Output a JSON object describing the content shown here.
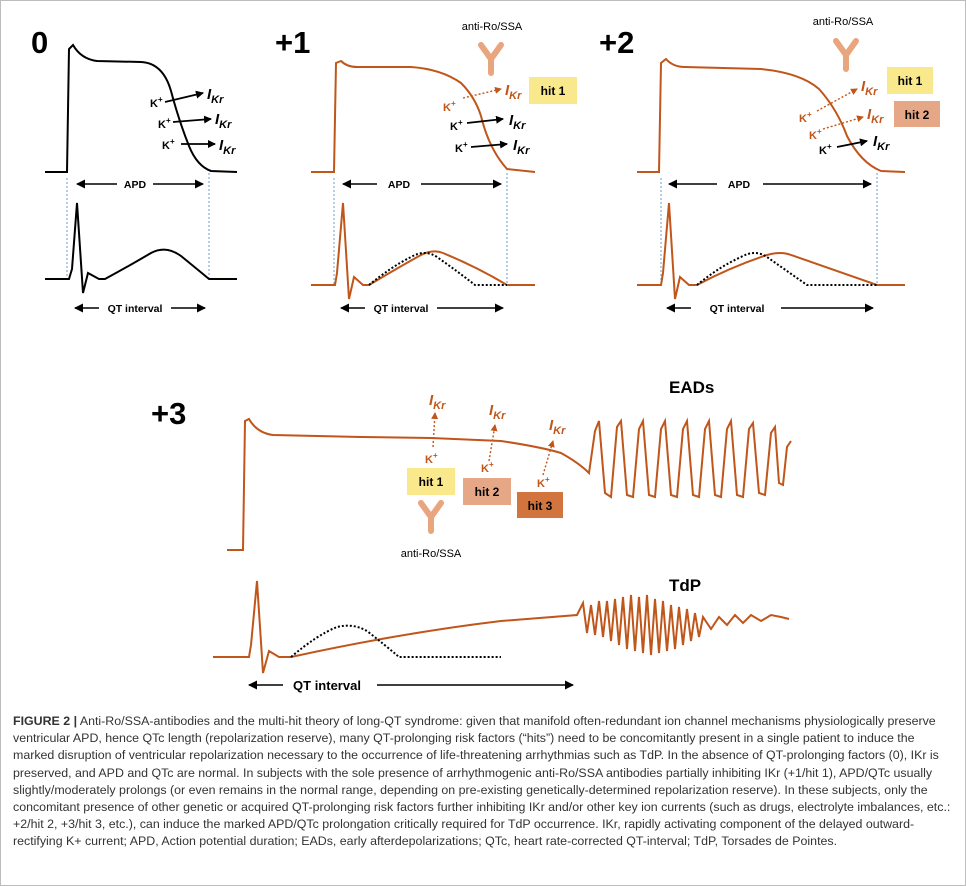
{
  "colors": {
    "trace_normal": "#000000",
    "trace_prolonged": "#c0561a",
    "hit1_box": "#fae88c",
    "hit2_box": "#e6a786",
    "hit3_box": "#d2743e",
    "guide_line": "#6a9ed6",
    "antibody": "#e8a57e"
  },
  "panels": {
    "p0": {
      "label": "0",
      "apd_label": "APD",
      "qt_label": "QT interval",
      "k_label": "K",
      "current": "I",
      "current_sub": "Kr"
    },
    "p1": {
      "label": "+1",
      "antibody": "anti-Ro/SSA",
      "hit1": "hit 1",
      "apd_label": "APD",
      "qt_label": "QT interval",
      "k_label": "K",
      "current": "I",
      "current_sub": "Kr"
    },
    "p2": {
      "label": "+2",
      "antibody": "anti-Ro/SSA",
      "hit1": "hit 1",
      "hit2": "hit 2",
      "apd_label": "APD",
      "qt_label": "QT interval",
      "k_label": "K",
      "current": "I",
      "current_sub": "Kr"
    },
    "p3": {
      "label": "+3",
      "eads_label": "EADs",
      "tdp_label": "TdP",
      "antibody": "anti-Ro/SSA",
      "hit1": "hit 1",
      "hit2": "hit 2",
      "hit3": "hit 3",
      "qt_label": "QT interval",
      "k_label": "K",
      "current": "I",
      "current_sub": "Kr"
    }
  },
  "caption": {
    "label": "FIGURE 2 |",
    "text": "Anti-Ro/SSA-antibodies and the multi-hit theory of long-QT syndrome: given that manifold often-redundant ion channel mechanisms physiologically preserve ventricular APD, hence QTc length (repolarization reserve), many QT-prolonging risk factors (“hits”) need to be concomitantly present in a single patient to induce the marked disruption of ventricular repolarization necessary to the occurrence of life-threatening arrhythmias such as TdP. In the absence of QT-prolonging factors (0), IKr is preserved, and APD and QTc are normal. In subjects with the sole presence of arrhythmogenic anti-Ro/SSA antibodies partially inhibiting IKr (+1/hit 1), APD/QTc usually slightly/moderately prolongs (or even remains in the normal range, depending on pre-existing genetically-determined repolarization reserve). In these subjects, only the concomitant presence of other genetic or acquired QT-prolonging risk factors further inhibiting IKr and/or other key ion currents (such as drugs, electrolyte imbalances, etc.: +2/hit 2, +3/hit 3, etc.), can induce the marked APD/QTc prolongation critically required for TdP occurrence. IKr, rapidly activating component of the delayed outward-rectifying K+ current; APD, Action potential duration; EADs, early afterdepolarizations; QTc, heart rate-corrected QT-interval; TdP, Torsades de Pointes."
  }
}
